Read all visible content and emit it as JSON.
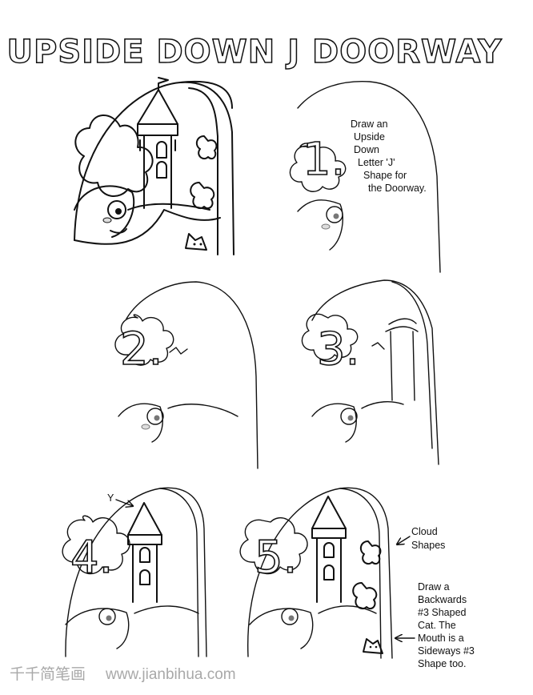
{
  "title": "UPSIDE DOWN J DOORWAY",
  "steps": [
    {
      "number": "1.",
      "note_lines": [
        "Draw an",
        "Upside",
        "Down",
        "Letter 'J'",
        "Shape for",
        "the Doorway."
      ]
    },
    {
      "number": "2."
    },
    {
      "number": "3."
    },
    {
      "number": "4.",
      "marker": "Y"
    },
    {
      "number": "5.",
      "notes": {
        "clouds": [
          "Cloud",
          "Shapes"
        ],
        "cat": [
          "Draw a",
          "Backwards",
          "#3 Shaped",
          "Cat. The",
          "Mouth is a",
          "Sideways #3",
          "Shape too."
        ]
      }
    }
  ],
  "watermark": {
    "cn": "千千简笔画",
    "url": "www.jianbihua.com"
  }
}
